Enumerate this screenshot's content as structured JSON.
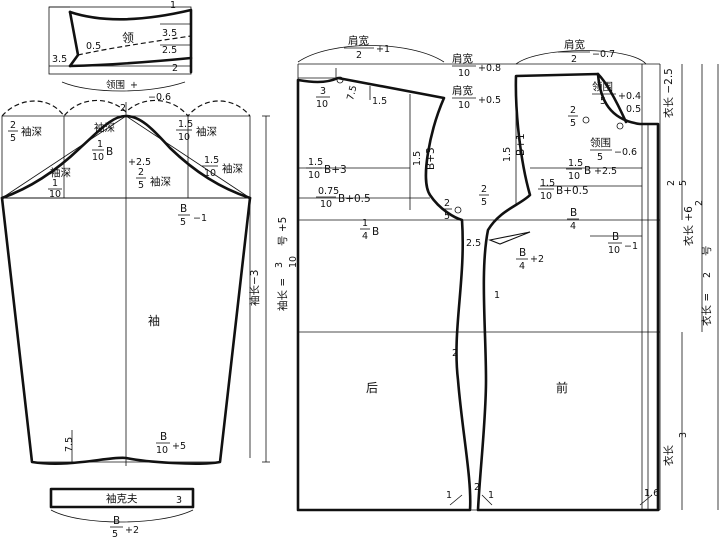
{
  "collar": {
    "name": "领",
    "m_top": "1",
    "m_a": "3.5",
    "m_b": "2.5",
    "m_c": "2",
    "m_left": "3.5",
    "m_mid": "0.5",
    "neck_label": "领围",
    "neck_offset": "−0.6",
    "two": "2"
  },
  "sleeve": {
    "name": "袖",
    "two": "2",
    "depth_label": "袖深",
    "f_2": "2",
    "f_5": "5",
    "f_1": "1",
    "f_10": "10",
    "f_15": "1.5",
    "b_var": "B",
    "plus_25": "+2.5",
    "minus_1": "−1",
    "plus_5": "+5",
    "plus_2": "+2",
    "m_75": "7.5",
    "len_minus3": "袖长−3",
    "len_formula": "袖长 =",
    "len_suffix": "号 +5",
    "num_3": "3",
    "cuff_name": "袖克夫",
    "cuff_3": "3"
  },
  "body": {
    "back": "后",
    "front": "前",
    "shoulder": "肩宽",
    "plus_1": "+1",
    "minus_07": "−0.7",
    "plus_08": "+0.8",
    "plus_05": "+0.5",
    "plus_04": "+0.4",
    "plus_3": "+3",
    "plus_25": "+2.5",
    "plus_2": "+2",
    "minus_1": "−1",
    "neck": "领围",
    "neck_minus06": "−0.6",
    "b_3": "B+3",
    "b_1": "B+1",
    "b_05": "B+0.5",
    "v_075": "0.75",
    "v_15": "1.5",
    "v_05": "0.5",
    "v_25": "2.5",
    "v_2": "2",
    "v_1": "1",
    "v_16": "1.6",
    "v_75": "7.5",
    "n_2": "2",
    "n_3": "3",
    "n_4": "4",
    "n_5": "5",
    "n_10": "10",
    "b_var": "B",
    "coat_len": "衣长",
    "coat_minus25": "衣长 −2.5",
    "coat_plus6": "衣长 +6",
    "coat_eq": "衣长 =",
    "hao": "号",
    "half": "衣长",
    "third": "衣长"
  }
}
